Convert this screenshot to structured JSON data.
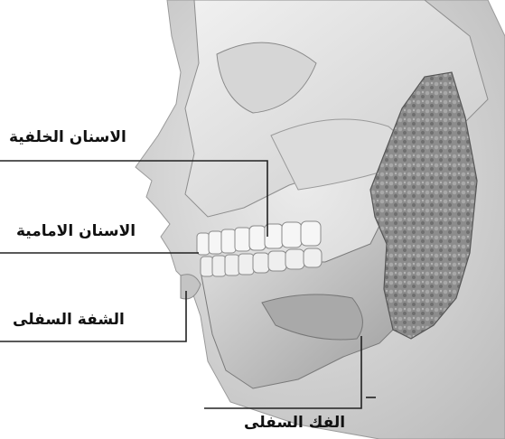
{
  "labels": {
    "back_teeth": "الاسنان الخلفية",
    "front_teeth": "الاسنان الامامية",
    "lower_lip": "الشفة السفلى",
    "lower_jaw": "الفك السفلى"
  },
  "colors": {
    "skin": "#cfcfcf",
    "bone": "#e4e4e4",
    "gland": "#8a8a8a",
    "teeth": "#f6f6f6",
    "line": "#222222"
  }
}
